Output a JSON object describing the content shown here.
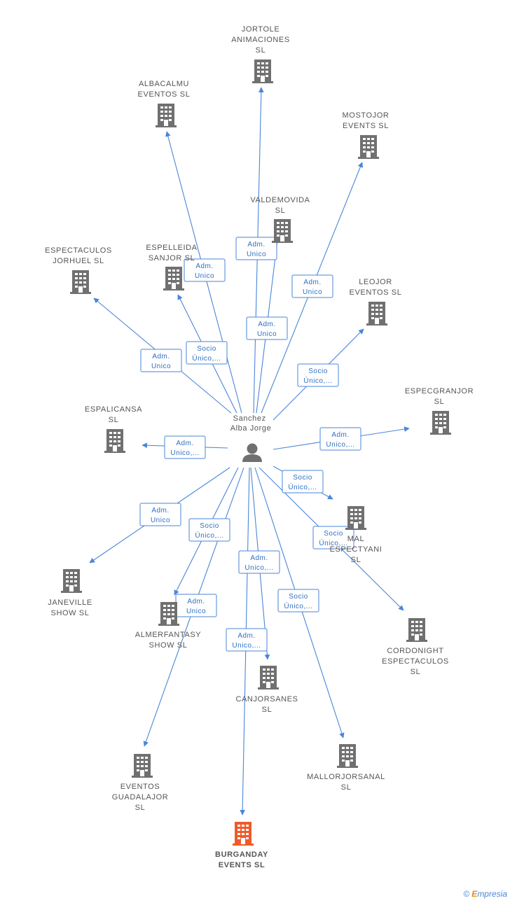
{
  "colors": {
    "edge": "#4a86d8",
    "building": "#707070",
    "highlight": "#f05a2a",
    "text": "#555555"
  },
  "center": {
    "name_lines": [
      "Sanchez",
      "Alba Jorge"
    ],
    "icon": "person-icon"
  },
  "companies": [
    {
      "id": "jortole",
      "lines": [
        "JORTOLE",
        "ANIMACIONES",
        "SL"
      ],
      "highlight": false
    },
    {
      "id": "albacalmu",
      "lines": [
        "ALBACALMU",
        "EVENTOS  SL"
      ],
      "highlight": false
    },
    {
      "id": "mostojor",
      "lines": [
        "MOSTOJOR",
        "EVENTS  SL"
      ],
      "highlight": false
    },
    {
      "id": "valdemovida",
      "lines": [
        "VALDEMOVIDA",
        "SL"
      ],
      "highlight": false
    },
    {
      "id": "espectaculos-jorhuel",
      "lines": [
        "ESPECTACULOS",
        "JORHUEL  SL"
      ],
      "highlight": false
    },
    {
      "id": "espelleida",
      "lines": [
        "ESPELLEIDA",
        "SANJOR  SL"
      ],
      "highlight": false
    },
    {
      "id": "leojor",
      "lines": [
        "LEOJOR",
        "EVENTOS  SL"
      ],
      "highlight": false
    },
    {
      "id": "especgranjor",
      "lines": [
        "ESPECGRANJOR",
        "SL"
      ],
      "highlight": false
    },
    {
      "id": "espalicansa",
      "lines": [
        "ESPALICANSA",
        "SL"
      ],
      "highlight": false
    },
    {
      "id": "mal",
      "lines": [
        "MAL",
        "ESPECTYANI",
        "SL"
      ],
      "highlight": false
    },
    {
      "id": "janeville",
      "lines": [
        "JANEVILLE",
        "SHOW  SL"
      ],
      "highlight": false
    },
    {
      "id": "almerfantasy",
      "lines": [
        "ALMERFANTASY",
        "SHOW  SL"
      ],
      "highlight": false
    },
    {
      "id": "cordonight",
      "lines": [
        "CORDONIGHT",
        "ESPECTACULOS",
        "SL"
      ],
      "highlight": false
    },
    {
      "id": "canjorsanes",
      "lines": [
        "CANJORSANES",
        "SL"
      ],
      "highlight": false
    },
    {
      "id": "mallorjorsanal",
      "lines": [
        "MALLORJORSANAL",
        "SL"
      ],
      "highlight": false
    },
    {
      "id": "eventos-guadalajor",
      "lines": [
        "EVENTOS",
        "GUADALAJOR",
        "SL"
      ],
      "highlight": false
    },
    {
      "id": "burganday",
      "lines": [
        "BURGANDAY",
        "EVENTS  SL"
      ],
      "highlight": true
    }
  ],
  "relations": [
    {
      "target": "jortole",
      "lines": [
        "Adm.",
        "Unico"
      ]
    },
    {
      "target": "albacalmu",
      "lines": [
        "Adm.",
        "Unico"
      ]
    },
    {
      "target": "mostojor",
      "lines": [
        "Adm.",
        "Unico"
      ]
    },
    {
      "target": "valdemovida",
      "lines": [
        "Adm.",
        "Unico"
      ]
    },
    {
      "target": "espectaculos-jorhuel",
      "lines": [
        "Adm.",
        "Unico"
      ]
    },
    {
      "target": "espelleida",
      "lines": [
        "Socio",
        "Único,..."
      ]
    },
    {
      "target": "leojor",
      "lines": [
        "Socio",
        "Único,..."
      ]
    },
    {
      "target": "especgranjor",
      "lines": [
        "Adm.",
        "Unico,..."
      ]
    },
    {
      "target": "espalicansa",
      "lines": [
        "Adm.",
        "Unico,..."
      ]
    },
    {
      "target": "mal",
      "lines": [
        "Socio",
        "Único,..."
      ]
    },
    {
      "target": "janeville",
      "lines": [
        "Adm.",
        "Unico"
      ]
    },
    {
      "target": "almerfantasy",
      "lines": [
        "Socio",
        "Único,..."
      ]
    },
    {
      "target": "cordonight",
      "lines": [
        "Socio",
        "Único,..."
      ]
    },
    {
      "target": "canjorsanes",
      "lines": [
        "Adm.",
        "Unico,..."
      ]
    },
    {
      "target": "mallorjorsanal",
      "lines": [
        "Socio",
        "Único,..."
      ]
    },
    {
      "target": "eventos-guadalajor",
      "lines": [
        "Adm.",
        "Unico"
      ]
    },
    {
      "target": "burganday",
      "lines": [
        "Adm.",
        "Unico,..."
      ]
    }
  ],
  "footer": {
    "copyright": "©",
    "brand_first": "E",
    "brand_rest": "mpresia"
  }
}
